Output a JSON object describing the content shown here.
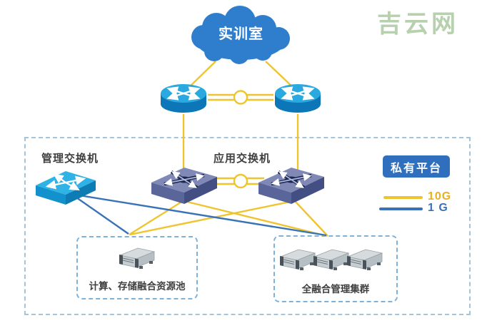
{
  "watermark": "吉云网",
  "cloud": {
    "label": "实训室"
  },
  "labels": {
    "management_switch": "管理交换机",
    "application_switch": "应用交换机"
  },
  "platform_badge": {
    "label": "私有平台"
  },
  "legend": {
    "items": [
      {
        "label": "10G",
        "color": "#eec52f"
      },
      {
        "label": "1 G",
        "color": "#3a72b8"
      }
    ]
  },
  "server_groups": [
    {
      "label": "计算、存储融合资源池",
      "server_count": 1
    },
    {
      "label": "全融合管理集群",
      "server_count": 3
    }
  ],
  "icons": [
    "cloud-icon",
    "router-icon",
    "switch-icon",
    "server-icon",
    "aggregated-link-circle"
  ],
  "colors": {
    "cloud_fill": "#2e7ecd",
    "link_10g": "#eec52f",
    "link_1g": "#3a72b8",
    "badge_bg": "#2f6fbe",
    "platform_border": "#a4c4da",
    "server_box_border": "#7fb2d8",
    "label_text": "#3f3f3f",
    "watermark": "#b7d0ae",
    "router_top": "#2aa9e0",
    "router_body": "#0d76b8",
    "mgmt_switch": "#17a0d8",
    "app_switch": "#5a6699",
    "server_gray": "#b6bfc4"
  }
}
